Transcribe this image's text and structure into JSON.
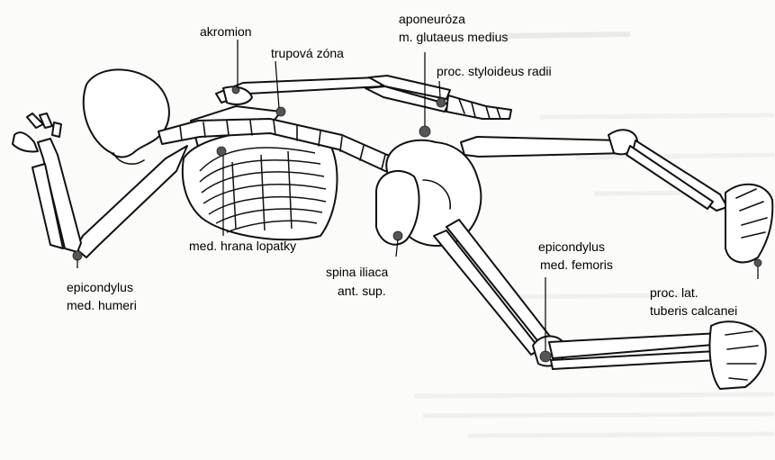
{
  "labels": {
    "akromion": "akromion",
    "trupova_zona": "trupová zóna",
    "aponeuroza_1": "aponeuróza",
    "aponeuroza_2": "m. glutaeus medius",
    "styloideus": "proc. styloideus radii",
    "lopatka": "med. hrana lopatky",
    "epicondylus_humeri_1": "epicondylus",
    "epicondylus_humeri_2": "med. humeri",
    "spina_1": "spina iliaca",
    "spina_2": "ant. sup.",
    "epicondylus_femoris_1": "epicondylus",
    "epicondylus_femoris_2": "med. femoris",
    "calcanei_1": "proc. lat.",
    "calcanei_2": "tuberis calcanei"
  },
  "point_color": "#555555",
  "line_color": "#000000"
}
